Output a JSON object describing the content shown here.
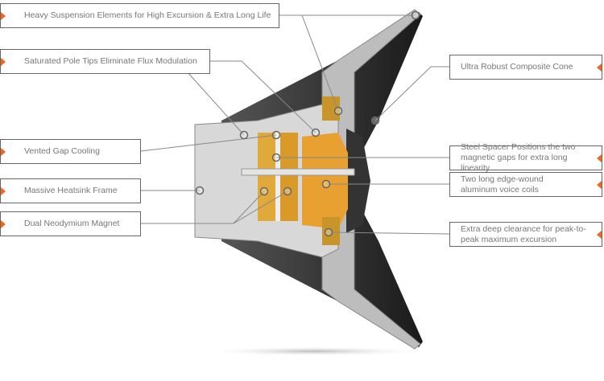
{
  "callouts_left": [
    {
      "label": "Heavy Suspension Elements for High Excursion & Extra Long Life"
    },
    {
      "label": "Saturated Pole Tips Eliminate Flux Modulation"
    },
    {
      "label": "Vented Gap Cooling"
    },
    {
      "label": "Massive Heatsink Frame"
    },
    {
      "label": "Dual Neodymium Magnet"
    }
  ],
  "callouts_right": [
    {
      "label": "Ultra Robust Composite Cone"
    },
    {
      "label": "Steel Spacer Positions the two magnetic gaps for extra long linearity"
    },
    {
      "label": "Two long edge-wound aluminum voice coils"
    },
    {
      "label": "Extra deep clearance for peak-to-peak maximum excursion"
    }
  ],
  "colors": {
    "accent": "#f26522",
    "cone": "#2a2a2a",
    "magnet": "#e0a93a",
    "coil": "#e8a030",
    "frame": "#c8c8c8"
  }
}
